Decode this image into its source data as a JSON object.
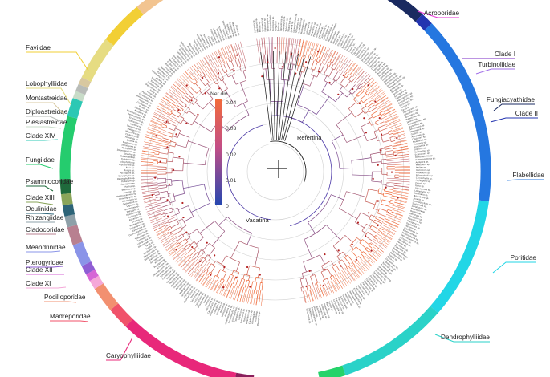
{
  "families": [
    {
      "name": "Acroporidae",
      "color": "#e433d6",
      "a0": -8,
      "a1": 19,
      "side": "R"
    },
    {
      "name": "Clade I",
      "color": "#7a29c6",
      "a0": 19,
      "a1": 21.5,
      "side": "R"
    },
    {
      "name": "Turbinoliidae",
      "color": "#a270e8",
      "a0": 21.5,
      "a1": 33,
      "side": "R"
    },
    {
      "name": "Fungiacyathidae",
      "color": "#1a2a60",
      "a0": 33,
      "a1": 43,
      "side": "R"
    },
    {
      "name": "Clade II",
      "color": "#2334b0",
      "a0": 43,
      "a1": 46.5,
      "side": "R"
    },
    {
      "name": "Flabellidae",
      "color": "#2577e0",
      "a0": 46.5,
      "a1": 98,
      "side": "R"
    },
    {
      "name": "Poritidae",
      "color": "#22d6e6",
      "a0": 98,
      "a1": 131,
      "side": "R"
    },
    {
      "name": "Dendrophylliidae",
      "color": "#2ad2c8",
      "a0": 131,
      "a1": 161,
      "side": "R"
    },
    {
      "name": "",
      "color": "#25d36a",
      "a0": 161,
      "a1": 168,
      "side": "R"
    },
    {
      "name": "",
      "color": "#8a1f5c",
      "a0": 186,
      "a1": 191,
      "side": "L"
    },
    {
      "name": "Caryophylliidae",
      "color": "#e8287a",
      "a0": 191,
      "a1": 224,
      "side": "L"
    },
    {
      "name": "Madreporidae",
      "color": "#f0526a",
      "a0": 224,
      "a1": 230,
      "side": "L"
    },
    {
      "name": "Pocilloporidae",
      "color": "#f29070",
      "a0": 230,
      "a1": 237,
      "side": "L"
    },
    {
      "name": "Clade XI",
      "color": "#f5a8d8",
      "a0": 237,
      "a1": 239.5,
      "side": "L"
    },
    {
      "name": "Clade XII",
      "color": "#d666d6",
      "a0": 239.5,
      "a1": 241.5,
      "side": "L"
    },
    {
      "name": "Pterogyridae",
      "color": "#8f5ed4",
      "a0": 241.5,
      "a1": 244,
      "side": "L"
    },
    {
      "name": "Meandrinidae",
      "color": "#8a94e8",
      "a0": 244,
      "a1": 250,
      "side": "L"
    },
    {
      "name": "Cladocoridae",
      "color": "#b88090",
      "a0": 250,
      "a1": 255,
      "side": "L"
    },
    {
      "name": "Rhizangiidae",
      "color": "#8ea0a8",
      "a0": 255,
      "a1": 258,
      "side": "L"
    },
    {
      "name": "Oculinidae",
      "color": "#2d6478",
      "a0": 258,
      "a1": 261,
      "side": "L"
    },
    {
      "name": "Clade XIII",
      "color": "#8aa55a",
      "a0": 261,
      "a1": 264,
      "side": "L"
    },
    {
      "name": "Psammocoridae",
      "color": "#1f6a3c",
      "a0": 264,
      "a1": 268,
      "side": "L"
    },
    {
      "name": "Fungiidae",
      "color": "#25cc6e",
      "a0": 268,
      "a1": 285,
      "side": "L"
    },
    {
      "name": "Clade XIV",
      "color": "#2cc8b4",
      "a0": 285,
      "a1": 290,
      "side": "L"
    },
    {
      "name": "Plesiastreidae",
      "color": "#c8dcc8",
      "a0": 290,
      "a1": 292,
      "side": "L"
    },
    {
      "name": "Diploastreidae",
      "color": "#b8bcb8",
      "a0": 292,
      "a1": 294,
      "side": "L"
    },
    {
      "name": "Montastreidae",
      "color": "#d8c8a0",
      "a0": 294,
      "a1": 296,
      "side": "L"
    },
    {
      "name": "Lobophylliidae",
      "color": "#e6dc82",
      "a0": 296,
      "a1": 308,
      "side": "L"
    },
    {
      "name": "Faviidae",
      "color": "#f2cf35",
      "a0": 308,
      "a1": 320,
      "side": "L"
    },
    {
      "name": "",
      "color": "#f2c490",
      "a0": 320,
      "a1": 345,
      "side": "L"
    }
  ],
  "labelLines": {
    "Acroporidae": [
      [
        520,
        14
      ],
      [
        545,
        22
      ],
      [
        572,
        22
      ]
    ],
    "Clade I": [
      [
        576,
        73
      ],
      [
        610,
        73
      ],
      [
        642,
        73
      ]
    ],
    "Turbinoliidae": [
      [
        593,
        92
      ],
      [
        612,
        86
      ],
      [
        642,
        86
      ]
    ],
    "Fungiacyathidae": [
      [
        615,
        138
      ],
      [
        625,
        130
      ],
      [
        666,
        130
      ]
    ],
    "Clade II": [
      [
        611,
        152
      ],
      [
        630,
        147
      ],
      [
        670,
        147
      ]
    ],
    "Flabellidae": [
      [
        631,
        225
      ],
      [
        645,
        224
      ],
      [
        678,
        224
      ]
    ],
    "Poritidae": [
      [
        614,
        340
      ],
      [
        630,
        327
      ],
      [
        668,
        327
      ]
    ],
    "Dendrophylliidae": [
      [
        542,
        417
      ],
      [
        565,
        426
      ],
      [
        610,
        426
      ]
    ],
    "Caryophylliidae": [
      [
        165,
        421
      ],
      [
        150,
        449
      ],
      [
        132,
        449
      ]
    ],
    "Madreporidae": [
      [
        110,
        401
      ],
      [
        100,
        400
      ],
      [
        62,
        400
      ]
    ],
    "Pocilloporidae": [
      [
        95,
        377
      ],
      [
        85,
        376
      ],
      [
        55,
        376
      ]
    ],
    "Clade XI": [
      [
        82,
        358
      ],
      [
        72,
        359
      ],
      [
        32,
        359
      ]
    ],
    "Clade XII": [
      [
        80,
        342
      ],
      [
        70,
        342
      ],
      [
        32,
        342
      ]
    ],
    "Pterogyridae": [
      [
        78,
        332
      ],
      [
        66,
        333
      ],
      [
        32,
        333
      ]
    ],
    "Meandrinidae": [
      [
        75,
        313
      ],
      [
        64,
        314
      ],
      [
        32,
        314
      ]
    ],
    "Cladocoridae": [
      [
        70,
        292
      ],
      [
        58,
        292
      ],
      [
        32,
        292
      ]
    ],
    "Rhizangiidae": [
      [
        68,
        277
      ],
      [
        52,
        277
      ],
      [
        32,
        277
      ]
    ],
    "Oculinidae": [
      [
        67,
        267
      ],
      [
        50,
        266
      ],
      [
        32,
        266
      ]
    ],
    "Clade XIII": [
      [
        66,
        255
      ],
      [
        46,
        252
      ],
      [
        32,
        252
      ]
    ],
    "Psammocoridae": [
      [
        66,
        238
      ],
      [
        56,
        232
      ],
      [
        32,
        232
      ]
    ],
    "Fungiidae": [
      [
        66,
        210
      ],
      [
        50,
        205
      ],
      [
        32,
        205
      ]
    ],
    "Clade XIV": [
      [
        72,
        174
      ],
      [
        55,
        175
      ],
      [
        32,
        175
      ]
    ],
    "Plesiastreidae": [
      [
        76,
        160
      ],
      [
        60,
        158
      ],
      [
        32,
        158
      ]
    ],
    "Diploastreidae": [
      [
        78,
        152
      ],
      [
        62,
        145
      ],
      [
        32,
        145
      ]
    ],
    "Montastreidae": [
      [
        80,
        143
      ],
      [
        66,
        128
      ],
      [
        32,
        128
      ]
    ],
    "Lobophylliidae": [
      [
        88,
        130
      ],
      [
        76,
        110
      ],
      [
        32,
        110
      ]
    ],
    "Faviidae": [
      [
        110,
        88
      ],
      [
        95,
        65
      ],
      [
        32,
        65
      ]
    ]
  },
  "innerLabels": {
    "refertina": "Refertina",
    "vacatina": "Vacatina"
  },
  "colorbar": {
    "title": "Net div.",
    "ticks": [
      "0.04",
      "0.03",
      "0.02",
      "0.01",
      "0"
    ],
    "top": "#f26a3a",
    "mid": "#c24a8a",
    "bottom": "#2447b0"
  }
}
